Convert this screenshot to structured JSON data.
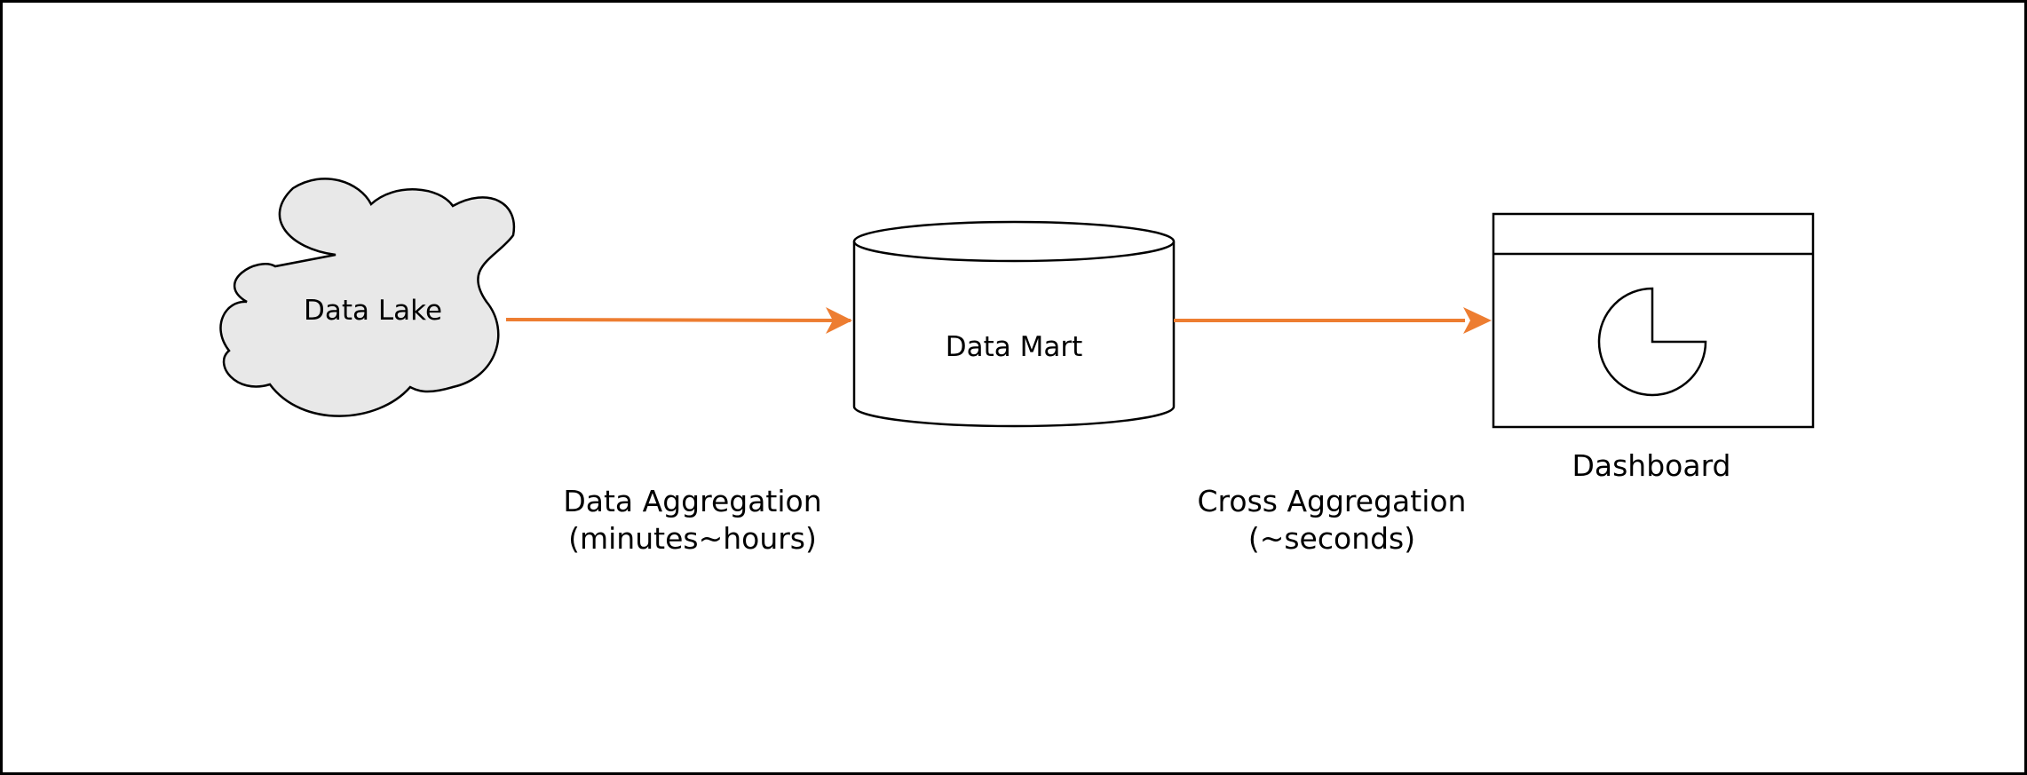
{
  "diagram": {
    "nodes": {
      "data_lake": {
        "label": "Data Lake",
        "icon": "cloud-icon"
      },
      "data_mart": {
        "label": "Data Mart",
        "icon": "database-cylinder-icon"
      },
      "dashboard": {
        "label": "Dashboard",
        "icon": "dashboard-pie-chart-icon"
      }
    },
    "edges": [
      {
        "from": "Data Lake",
        "to": "Data Mart",
        "line1": "Data Aggregation",
        "line2": "(minutes~hours)"
      },
      {
        "from": "Data Mart",
        "to": "Dashboard",
        "line1": "Cross Aggregation",
        "line2": "(~seconds)"
      }
    ]
  },
  "colors": {
    "arrow": "#ED7D31",
    "cloud_fill": "#E8E8E8",
    "stroke": "#000000",
    "background": "#FFFFFF"
  }
}
